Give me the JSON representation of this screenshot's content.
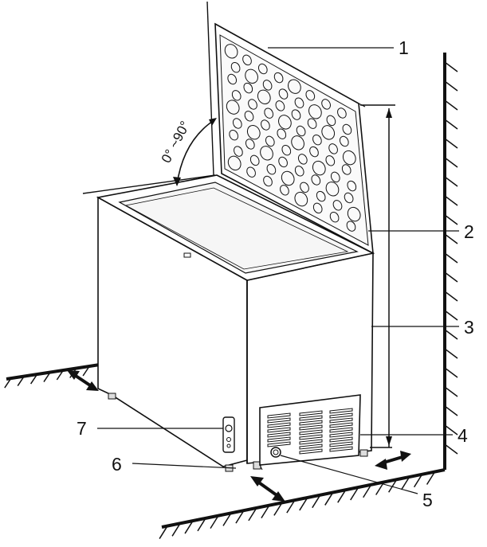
{
  "diagram": {
    "callouts": [
      {
        "id": "1",
        "label": "1"
      },
      {
        "id": "2",
        "label": "2"
      },
      {
        "id": "3",
        "label": "3"
      },
      {
        "id": "4",
        "label": "4"
      },
      {
        "id": "5",
        "label": "5"
      },
      {
        "id": "6",
        "label": "6"
      },
      {
        "id": "7",
        "label": "7"
      }
    ],
    "lid_angle_label": "0° ~90°"
  }
}
